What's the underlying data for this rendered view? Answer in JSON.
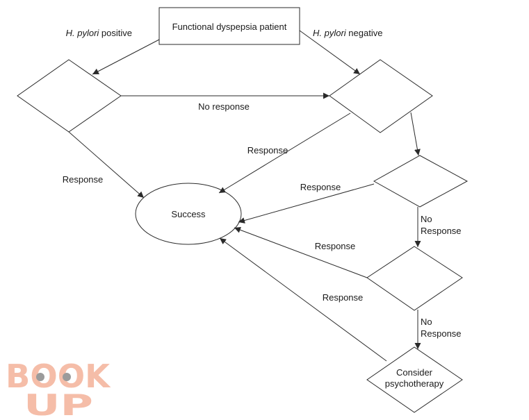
{
  "nodes": {
    "start": "Functional dyspepsia patient",
    "success": "Success",
    "psychotherapy": [
      "Consider",
      "psychotherapy"
    ]
  },
  "edges": {
    "hp_positive": {
      "italic": "H. pylori",
      "rest": " positive"
    },
    "hp_negative": {
      "italic": "H. pylori",
      "rest": " negative"
    },
    "no_response_main": "No response",
    "response_left": "Response",
    "response_d2": "Response",
    "response_d3": "Response",
    "no_response_d3": [
      "No",
      "Response"
    ],
    "response_d4": "Response",
    "no_response_d4": [
      "No",
      "Response"
    ],
    "response_psych": "Response"
  },
  "watermark": {
    "line1": "BOOK",
    "line2": "UP"
  },
  "colors": {
    "line": "#2a2a2a",
    "watermark": "#f4b29a"
  }
}
